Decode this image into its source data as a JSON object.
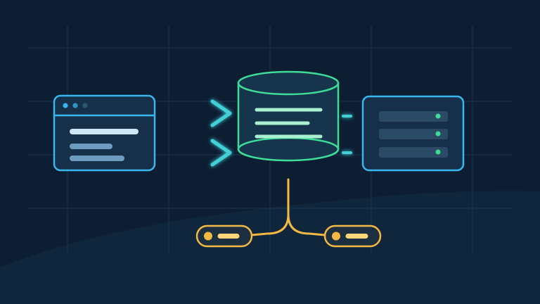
{
  "colors": {
    "background": "#0d1e33",
    "background_wave": "#12283f",
    "grid_line": "#1d3550",
    "client_outline": "#38b6f0",
    "client_fill": "#16304a",
    "client_dot_active": "#38b6f0",
    "client_dot_inactive": "#2a5575",
    "client_text_line_primary": "#cfe6f7",
    "client_text_line_secondary": "#6e9bc0",
    "arrow": "#3fd0d6",
    "database_outline": "#3ddc97",
    "database_fill": "#17344d",
    "database_line": "#a8f0d0",
    "connector": "#3fd0d6",
    "server_outline": "#38b6f0",
    "server_fill": "#16304a",
    "server_row": "#2a4a66",
    "server_status_dot": "#3ddc97",
    "branch_line": "#f4b942",
    "node_outline": "#f4b942",
    "node_fill": "#1b2f40",
    "node_dot": "#f4b942",
    "node_bar": "#ffd77a"
  },
  "icons": {
    "client": "browser-window-icon",
    "database": "database-cylinder-icon",
    "server": "server-rack-icon",
    "arrow": "chevron-right-icon",
    "node": "pill-node-icon"
  },
  "diagram": {
    "flow_arrows": 2,
    "database_lines": 3,
    "server_rows": 3,
    "connectors": 2,
    "branch_nodes": 2
  }
}
